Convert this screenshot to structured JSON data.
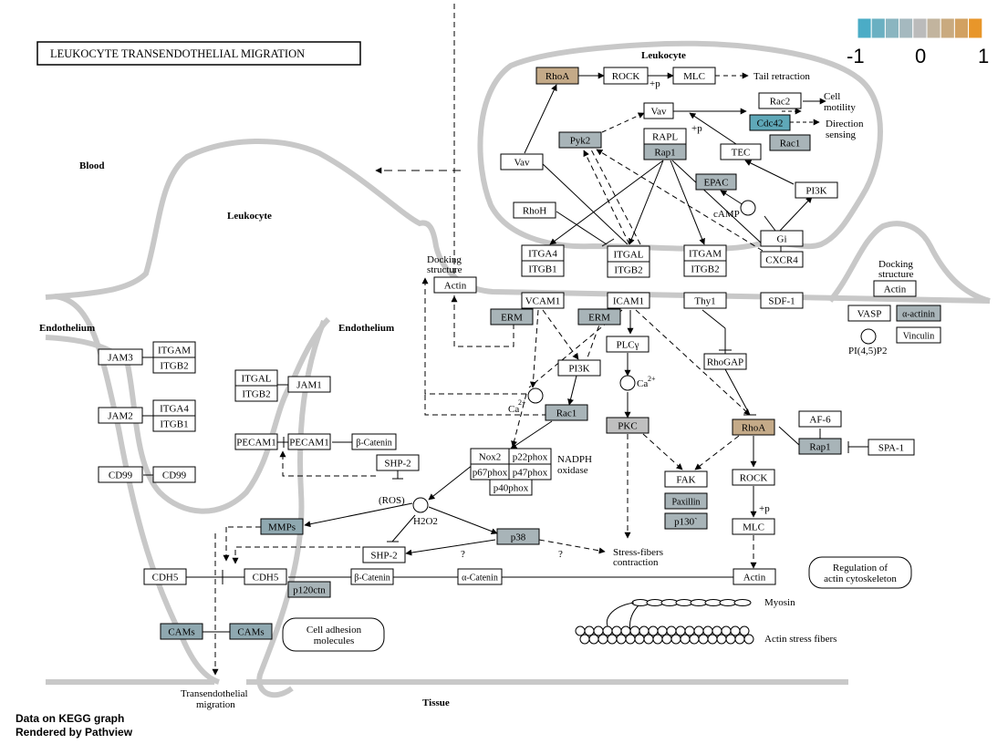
{
  "title": "LEUKOCYTE  TRANSENDOTHELIAL  MIGRATION",
  "legend": {
    "colors": [
      "#4bacc6",
      "#6ab0c2",
      "#8ab5c0",
      "#a5b9bf",
      "#bbbbbb",
      "#c2b49e",
      "#c9aa7f",
      "#d2a161",
      "#e8962a"
    ],
    "min_label": "-1",
    "mid_label": "0",
    "max_label": "1"
  },
  "regions": {
    "blood": "Blood",
    "leukocyte_top": "Leukocyte",
    "leukocyte_left": "Leukocyte",
    "endothelium_left": "Endothelium",
    "endothelium_center": "Endothelium",
    "tissue": "Tissue"
  },
  "nodes": {
    "rhoa_top": "RhoA",
    "rock_top": "ROCK",
    "mlc_top": "MLC",
    "vav_top": "Vav",
    "rac2": "Rac2",
    "cdc42": "Cdc42",
    "rac1_top": "Rac1",
    "pyk2": "Pyk2",
    "rapl": "RAPL",
    "rap1_top": "Rap1",
    "tec": "TEC",
    "vav_left": "Vav",
    "epac": "EPAC",
    "pi3k_top": "PI3K",
    "rhoh": "RhoH",
    "gi": "Gi",
    "itga4": "ITGA4",
    "itgb1_a": "ITGB1",
    "itgal_a": "ITGAL",
    "itgb2_a": "ITGB2",
    "itgam_a": "ITGAM",
    "itgb2_b": "ITGB2",
    "cxcr4": "CXCR4",
    "actin_left": "Actin",
    "vcam1": "VCAM1",
    "icam1": "ICAM1",
    "thy1": "Thy1",
    "sdf1": "SDF-1",
    "erm_a": "ERM",
    "erm_b": "ERM",
    "actin_right": "Actin",
    "vasp": "VASP",
    "alpha_actinin": "α-actinin",
    "vinculin": "Vinculin",
    "plcg": "PLCγ",
    "pi3k_mid": "PI3K",
    "rhogap": "RhoGAP",
    "jam3": "JAM3",
    "itgam_b": "ITGAM",
    "itgb2_c": "ITGB2",
    "itgal_b": "ITGAL",
    "itgb2_d": "ITGB2",
    "jam1": "JAM1",
    "jam2": "JAM2",
    "itga4_b": "ITGA4",
    "itgb1_b": "ITGB1",
    "rac1_mid": "Rac1",
    "pkc": "PKC",
    "rhoa_mid": "RhoA",
    "af6": "AF-6",
    "rap1_mid": "Rap1",
    "spa1": "SPA-1",
    "pecam1_a": "PECAM1",
    "pecam1_b": "PECAM1",
    "bcatenin_a": "β-Catenin",
    "nox2": "Nox2",
    "p22phox": "p22phox",
    "p67phox": "p67phox",
    "p47phox": "p47phox",
    "p40phox": "p40phox",
    "shp2_a": "SHP-2",
    "fak": "FAK",
    "rock_mid": "ROCK",
    "paxillin": "Paxillin",
    "p130": "p130`",
    "mlc_mid": "MLC",
    "cd99_a": "CD99",
    "cd99_b": "CD99",
    "mmps": "MMPs",
    "p38": "p38",
    "shp2_b": "SHP-2",
    "cdh5_a": "CDH5",
    "cdh5_b": "CDH5",
    "p120ctn": "p120ctn",
    "bcatenin_b": "β-Catenin",
    "acatenin": "α-Catenin",
    "actin_bottom": "Actin",
    "cams_a": "CAMs",
    "cams_b": "CAMs"
  },
  "labels": {
    "tail_retraction": "Tail retraction",
    "cell_motility_1": "Cell",
    "cell_motility_2": "motility",
    "direction_sensing_1": "Direction",
    "direction_sensing_2": "sensing",
    "plus_p_1": "+p",
    "plus_p_2": "+p",
    "plus_p_3": "+p",
    "camp": "cAMP",
    "docking_left_1": "Docking",
    "docking_left_2": "structure",
    "docking_right_1": "Docking",
    "docking_right_2": "structure",
    "pip2": "PI(4,5)P2",
    "ca_a": "Ca",
    "ca_b": "Ca",
    "ca_sup": "2+",
    "nadph_1": "NADPH",
    "nadph_2": "oxidase",
    "ros": "(ROS)",
    "h2o2": "H2O2",
    "q1": "?",
    "q2": "?",
    "stress_1": "Stress-fibers",
    "stress_2": "contraction",
    "regulation_1": "Regulation of",
    "regulation_2": "actin cytoskeleton",
    "cell_adhesion_1": "Cell adhesion",
    "cell_adhesion_2": "molecules",
    "myosin": "Myosin",
    "actin_stress": "Actin stress fibers",
    "transendo_1": "Transendothelial",
    "transendo_2": "migration"
  },
  "footer": {
    "line1": "Data on KEGG graph",
    "line2": "Rendered by Pathview"
  }
}
